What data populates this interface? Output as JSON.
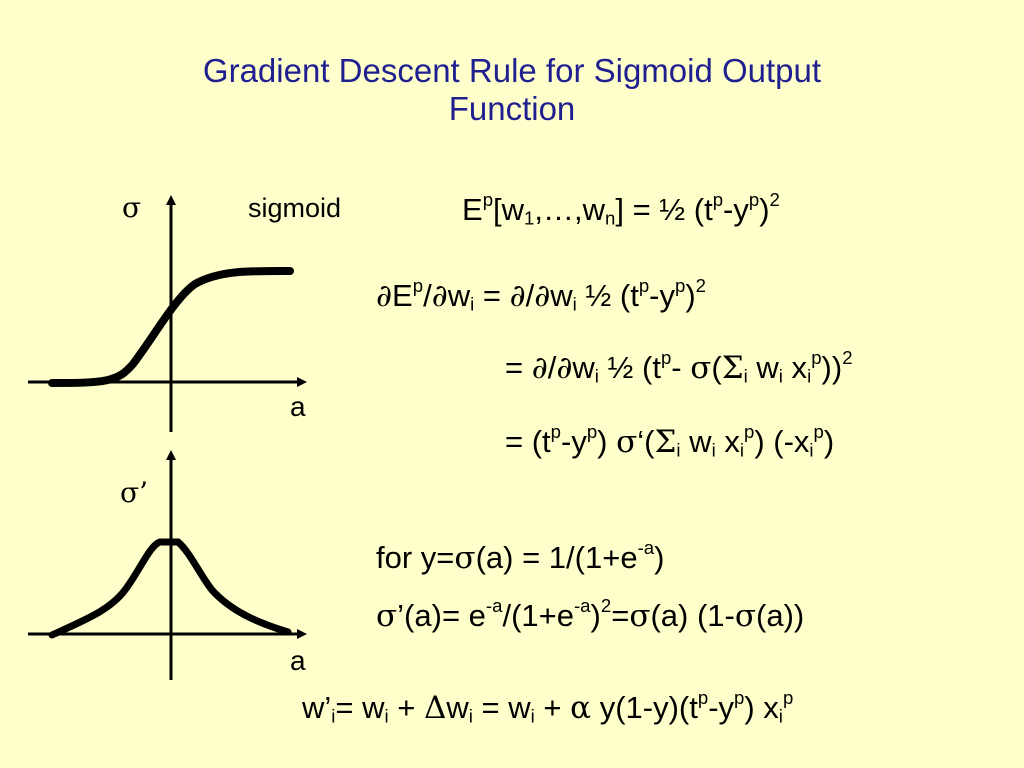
{
  "slide": {
    "title_line1": "Gradient Descent Rule for Sigmoid Output",
    "title_line2": "Function"
  },
  "graph_top": {
    "y_label": "σ",
    "curve_label": "sigmoid",
    "x_label": "a"
  },
  "graph_bottom": {
    "y_label": "σ’",
    "x_label": "a"
  },
  "equations": {
    "eq1": {
      "p1": "E",
      "s1": "p",
      "p2": "[w",
      "s2": "1",
      "p3": ",…,w",
      "s3": "n",
      "p4": "] = ½ (t",
      "s4": "p",
      "p5": "-y",
      "s5": "p",
      "p6": ")",
      "s6": "2"
    },
    "eq2": {
      "g1": "∂",
      "p1": "E",
      "s1": "p",
      "p2": "/",
      "g2": "∂",
      "p3": "w",
      "b1": "i",
      "p4": " = ",
      "g3": "∂",
      "p5": "/",
      "g4": "∂",
      "p6": "w",
      "b2": "i",
      "p7": " ½ (t",
      "s2": "p",
      "p8": "-y",
      "s3": "p",
      "p9": ")",
      "s4": "2"
    },
    "eq3": {
      "p1": "= ",
      "g1": "∂",
      "p2": "/",
      "g2": "∂",
      "p3": "w",
      "b1": "i",
      "p4": " ½ (t",
      "s1": "p",
      "p5": "- ",
      "g3": "σ",
      "p6": "(",
      "g4": "Σ",
      "b2": "i",
      "p7": " w",
      "b3": "i",
      "p8": " x",
      "b4": "i",
      "s2": "p",
      "p9": "))",
      "s3": "2"
    },
    "eq4": {
      "p1": "= (t",
      "s1": "p",
      "p2": "-y",
      "s2": "p",
      "p3": ") ",
      "g1": "σ",
      "p4": "‘(",
      "g2": "Σ",
      "b1": "i",
      "p5": " w",
      "b2": "i",
      "p6": " x",
      "b3": "i",
      "s3": "p",
      "p7": ") (-x",
      "b4": "i",
      "s4": "p",
      "p8": ")"
    },
    "eq5": {
      "p1": "for y=",
      "g1": "σ",
      "p2": "(a) = 1/(1+e",
      "s1": "-a",
      "p3": ")"
    },
    "eq6": {
      "g1": "σ",
      "p1": "’(a)= e",
      "s1": "-a",
      "p2": "/(1+e",
      "s2": "-a",
      "p3": ")",
      "s3": "2",
      "p4": "=",
      "g2": "σ",
      "p5": "(a) (1-",
      "g3": "σ",
      "p6": "(a))"
    },
    "eq7": {
      "p1": "w’",
      "b1": "i",
      "p2": "= w",
      "b2": "i",
      "p3": " + ",
      "g1": "Δ",
      "p4": "w",
      "b3": "i",
      "p5": " = w",
      "b4": "i",
      "p6": " + ",
      "g2": "α",
      "p7": " y(1-y)(t",
      "s1": "p",
      "p8": "-y",
      "s2": "p",
      "p9": ") x",
      "b5": "i",
      "s3": "p"
    }
  }
}
